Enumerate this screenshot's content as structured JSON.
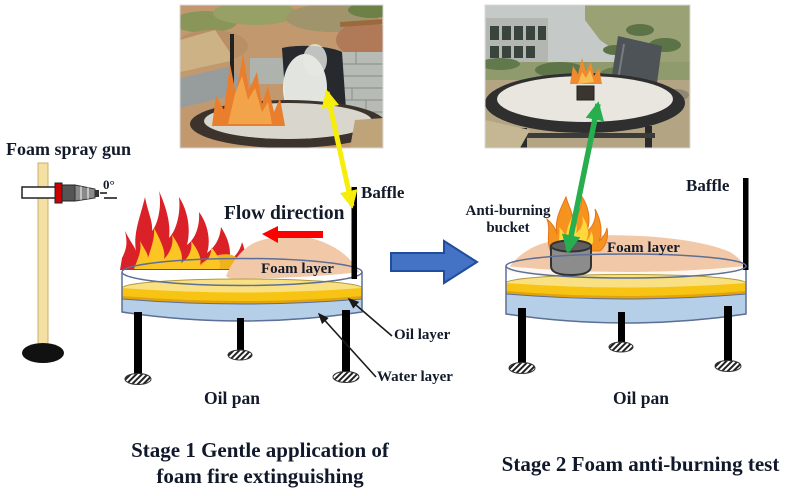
{
  "spray_gun": {
    "label": "Foam spray gun",
    "angle_label": "0°"
  },
  "stage1": {
    "flow_direction": "Flow direction",
    "baffle": "Baffle",
    "foam_layer": "Foam layer",
    "oil_layer": "Oil layer",
    "water_layer": "Water layer",
    "oil_pan": "Oil pan",
    "caption_line1": "Stage 1 Gentle application  of",
    "caption_line2": "foam fire extinguishing"
  },
  "stage2": {
    "anti_burning_bucket": "Anti-burning bucket",
    "baffle": "Baffle",
    "foam_layer": "Foam layer",
    "oil_pan": "Oil pan",
    "caption": "Stage 2 Foam anti-burning  test"
  },
  "colors": {
    "foam_layer": "#f2c9a8",
    "oil_surface": "#f9e183",
    "oil_layer": "#f7c414",
    "water_layer": "#b5cfe8",
    "pan_outline": "#5d6f96",
    "flame_red": "#da2128",
    "flame_yellow": "#fdc524",
    "bucket_flame_orange": "#f6921e",
    "stage_arrow_blue": "#4472c4",
    "photo_arrow_yellow": "#f6ed0a",
    "photo_arrow_green": "#27ae4e",
    "flow_arrow_red": "#fe0000",
    "baffle_black": "#000000",
    "bucket_gray": "#8c8c8c"
  }
}
